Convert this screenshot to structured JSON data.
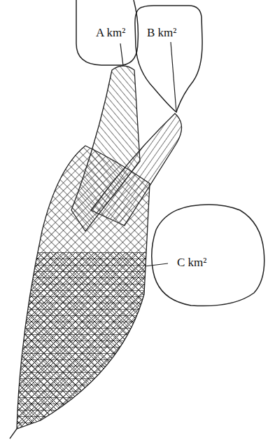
{
  "diagram": {
    "nodes": [
      {
        "text": [
          "A km²"
        ]
      },
      {
        "text": [
          "B km²"
        ]
      },
      {
        "text": [
          "C km²"
        ]
      }
    ]
  }
}
